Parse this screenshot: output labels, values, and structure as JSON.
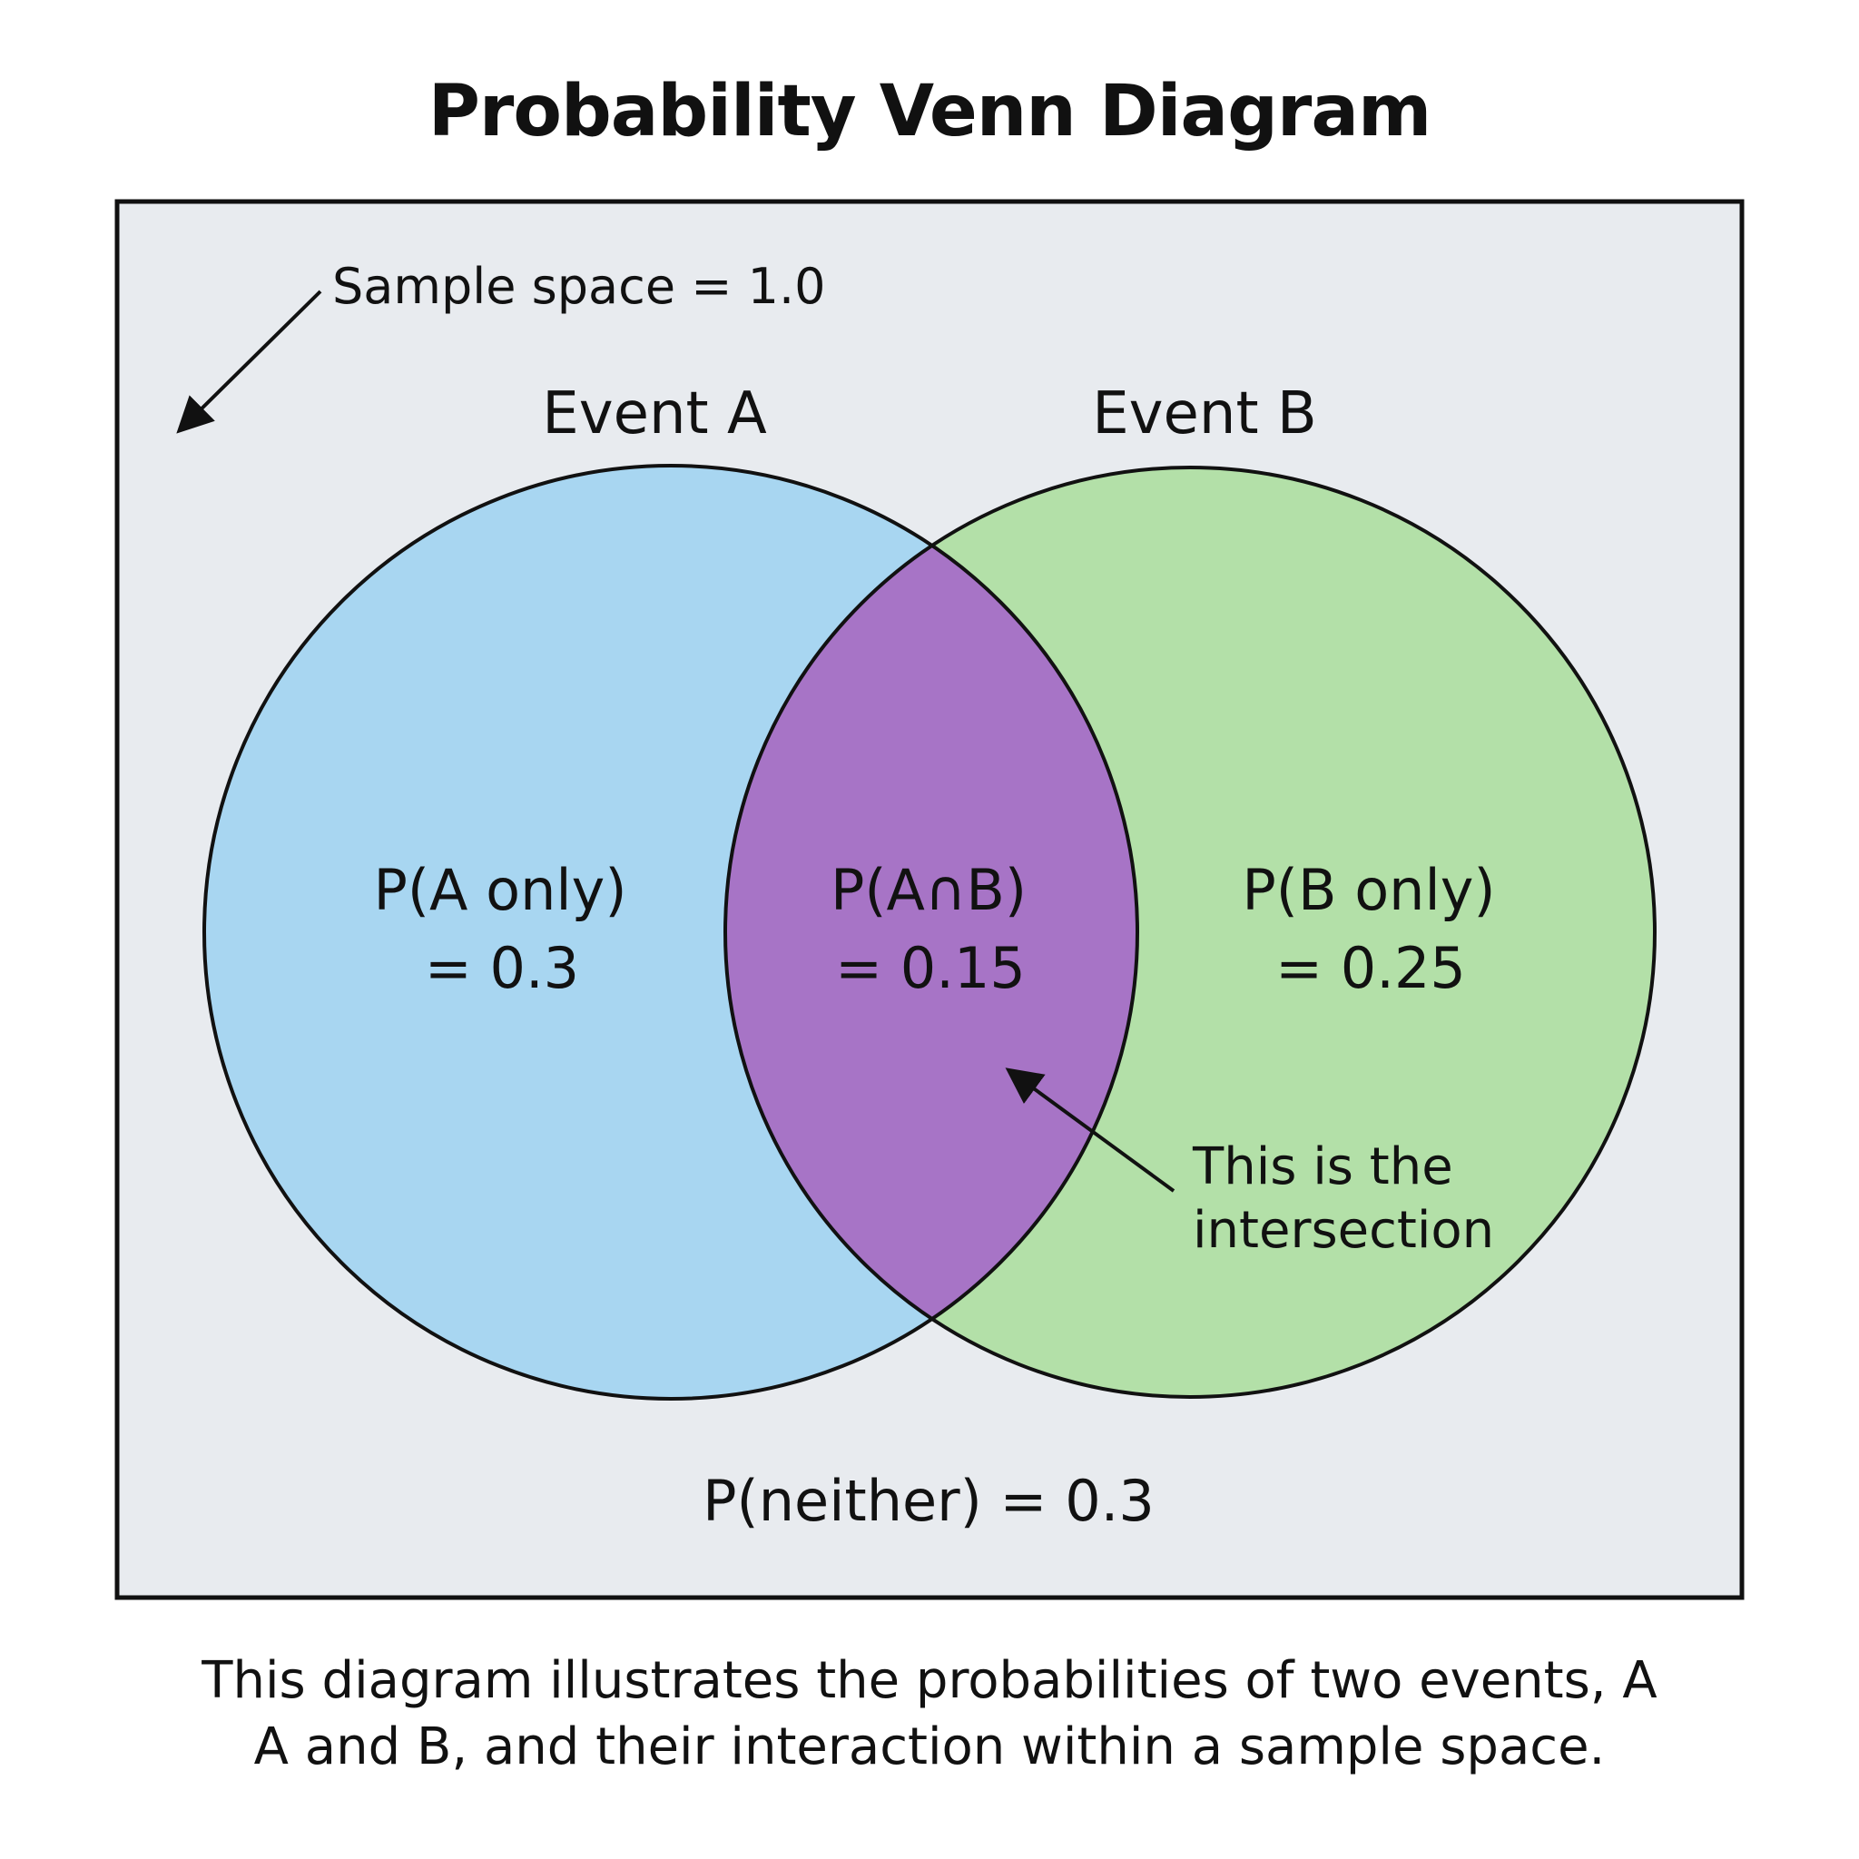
{
  "title": "Probability Venn Diagram",
  "sample_space": {
    "label": "Sample space = 1.0",
    "value": 1.0
  },
  "events": [
    {
      "name": "Event A",
      "color": "#a8d6f1"
    },
    {
      "name": "Event B",
      "color": "#b3e0a8"
    }
  ],
  "regions": {
    "a_only": {
      "line1": "P(A only)",
      "line2": "= 0.3",
      "value": 0.3
    },
    "intersection": {
      "line1": "P(A∩B)",
      "line2": "= 0.15",
      "value": 0.15,
      "color": "#a774c6"
    },
    "b_only": {
      "line1": "P(B only)",
      "line2": "= 0.25",
      "value": 0.25
    },
    "neither": {
      "label": "P(neither) = 0.3",
      "value": 0.3
    }
  },
  "annotation": {
    "line1": "This is the",
    "line2": "intersection"
  },
  "caption": {
    "line1": "This diagram illustrates the probabilities of two events, A",
    "line2": "A and B, and their interaction within a sample space."
  },
  "colors": {
    "sample_space_bg": "#e8ebef",
    "stroke": "#111111"
  }
}
